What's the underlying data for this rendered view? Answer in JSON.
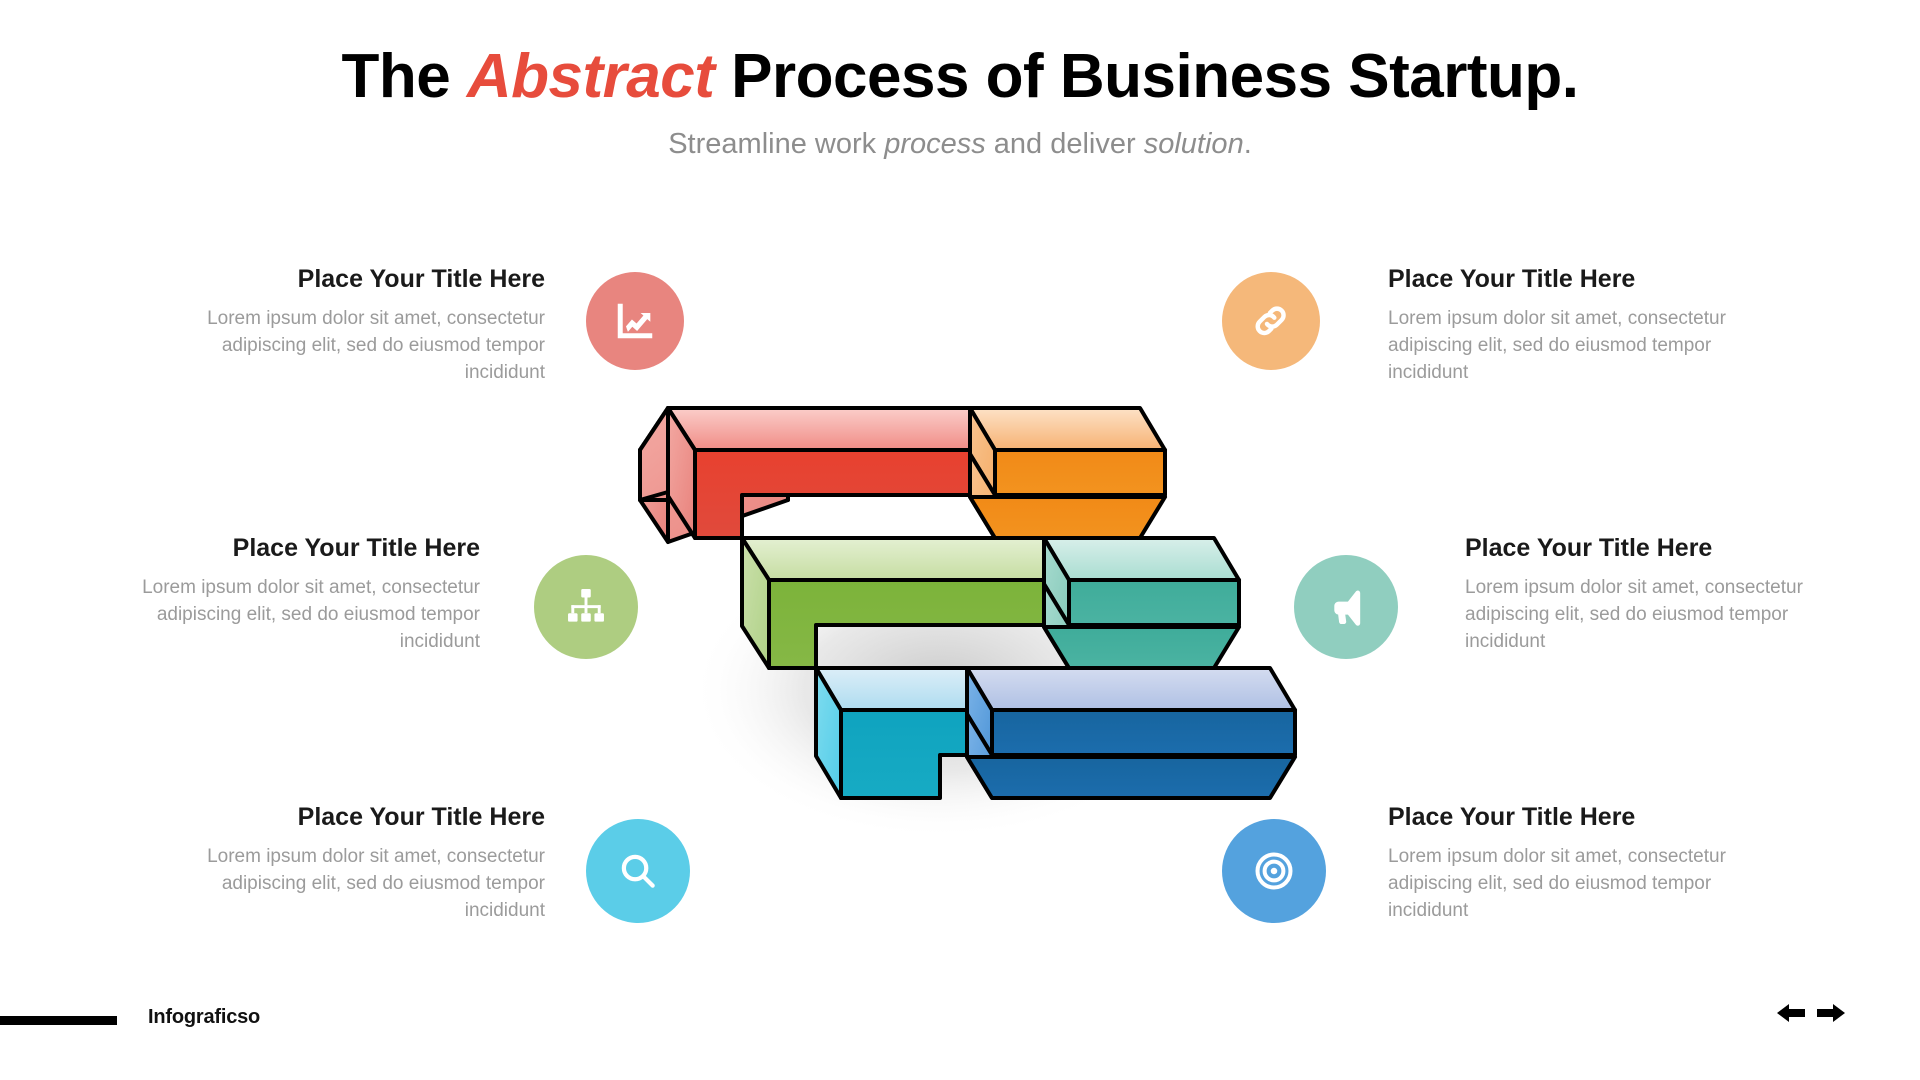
{
  "header": {
    "title_part1": "The ",
    "title_accent": "Abstract",
    "title_part2": " Process of Business Startup.",
    "subtitle_part1": "Streamline work ",
    "subtitle_em1": "process",
    "subtitle_part2": " and deliver ",
    "subtitle_em2": "solution",
    "subtitle_part3": "."
  },
  "items": [
    {
      "id": "top-left",
      "title": "Place Your Title Here",
      "body": "Lorem ipsum dolor sit amet, consectetur adipiscing elit, sed do eiusmod tempor incididunt",
      "icon": "chart-line-icon",
      "color": "#E8857F",
      "align": "right"
    },
    {
      "id": "top-right",
      "title": "Place Your Title Here",
      "body": "Lorem ipsum dolor sit amet, consectetur adipiscing elit, sed do eiusmod tempor incididunt",
      "icon": "link-icon",
      "color": "#F5B87A",
      "align": "left"
    },
    {
      "id": "middle-left",
      "title": "Place Your Title Here",
      "body": "Lorem ipsum dolor sit amet, consectetur adipiscing elit, sed do eiusmod tempor incididunt",
      "icon": "sitemap-icon",
      "color": "#AECD81",
      "align": "right"
    },
    {
      "id": "middle-right",
      "title": "Place Your Title Here",
      "body": "Lorem ipsum dolor sit amet, consectetur adipiscing elit, sed do eiusmod tempor incididunt",
      "icon": "megaphone-icon",
      "color": "#90CEBF",
      "align": "left"
    },
    {
      "id": "bottom-left",
      "title": "Place Your Title Here",
      "body": "Lorem ipsum dolor sit amet, consectetur adipiscing elit, sed do eiusmod tempor incididunt",
      "icon": "search-icon",
      "color": "#5BCDE8",
      "align": "right"
    },
    {
      "id": "bottom-right",
      "title": "Place Your Title Here",
      "body": "Lorem ipsum dolor sit amet, consectetur adipiscing elit, sed do eiusmod tempor incididunt",
      "icon": "target-icon",
      "color": "#54A2DE",
      "align": "left"
    }
  ],
  "diagram": {
    "type": "isometric-blocks",
    "description": "Six 3D isometric rectangular blocks arranged in three stepped rows of two",
    "blocks": [
      {
        "id": "block-red",
        "row": 1,
        "col": 1,
        "top": "#F6A9A4",
        "front": "#E74C3C",
        "side": "#E98B86"
      },
      {
        "id": "block-orange",
        "row": 1,
        "col": 2,
        "top": "#FCD9B4",
        "front": "#F18F20",
        "side": "#F5B87A"
      },
      {
        "id": "block-green",
        "row": 2,
        "col": 1,
        "top": "#DCEAC2",
        "front": "#82B540",
        "side": "#B7D490"
      },
      {
        "id": "block-teal",
        "row": 2,
        "col": 2,
        "top": "#CDE9E3",
        "front": "#44AE9D",
        "side": "#93CEC0"
      },
      {
        "id": "block-cyan",
        "row": 3,
        "col": 1,
        "top": "#CFE7F5",
        "front": "#12A5C0",
        "side": "#5FD2EC"
      },
      {
        "id": "block-blue",
        "row": 3,
        "col": 2,
        "top": "#C2CEEC",
        "front": "#1A69AC",
        "side": "#5BA0DE"
      }
    ]
  },
  "footer": {
    "label": "Infograficso",
    "prev_arrow": "◀",
    "next_arrow": "▶"
  }
}
